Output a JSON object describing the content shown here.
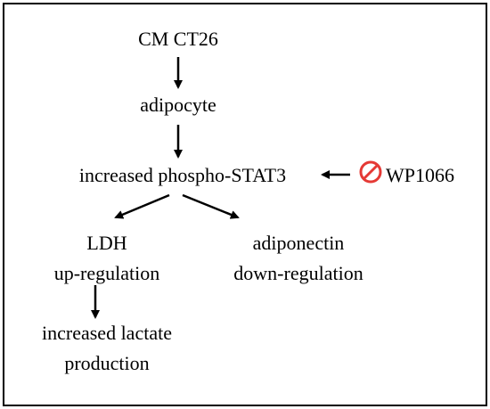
{
  "nodes": {
    "cm_ct26": "CM CT26",
    "adipocyte": "adipocyte",
    "stat3": "increased phospho-STAT3",
    "inhibitor": "WP1066",
    "ldh_line1": "LDH",
    "ldh_line2": "up-regulation",
    "adiponectin_line1": "adiponectin",
    "adiponectin_line2": "down-regulation",
    "lactate_line1": "increased lactate",
    "lactate_line2": "production"
  },
  "icons": {
    "inhibitor_symbol": "prohibition-icon"
  },
  "colors": {
    "inhibitor_symbol": "#e53935",
    "text": "#000000",
    "border": "#000000"
  }
}
